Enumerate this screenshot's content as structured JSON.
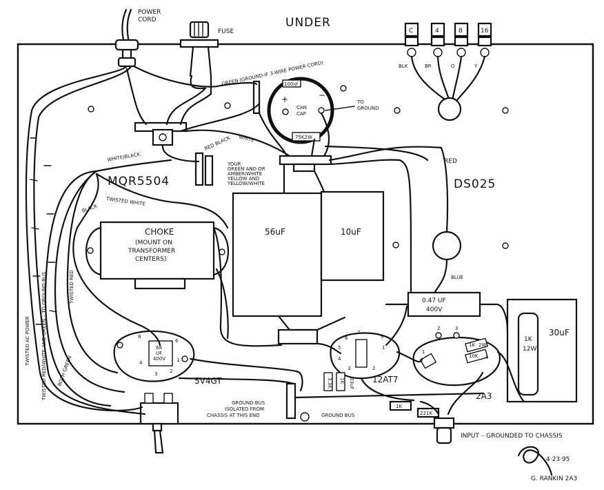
{
  "labels": {
    "view": "UNDER",
    "power_cord": [
      "POWER",
      "CORD"
    ],
    "fuse": "FUSE",
    "green_ground": "GREEN (GROUND-IF 3-WIRE POWER CORD)",
    "can_cap": [
      "CAN",
      "CAP"
    ],
    "cap_100uf": "100uf",
    "plus": "+",
    "minus": "−",
    "to_ground": [
      "TO",
      "GROUND"
    ],
    "resistor_75k": "75K2W",
    "white_black": "WHITE/BLACK",
    "red_black": "RED BLACK",
    "white": "WHITE",
    "yellow_notes": [
      "YOUR",
      "GREEN AND OR",
      "AMBER/WHITE",
      "YELLOW AND",
      "YELLOW/WHITE"
    ],
    "transformer": "MQR5504",
    "output_transformer": "DS025",
    "twisted_white": "TWISTED WHITE",
    "black": "BLACK",
    "choke": [
      "CHOKE",
      "(MOUNT ON",
      "TRANSFORMER",
      "CENTERS)"
    ],
    "cap_56uf": "56uF",
    "cap_10uf": "10uF",
    "red": "RED",
    "blue": "BLUE",
    "cap_047uf": [
      "0.47 UF",
      "400V"
    ],
    "resistor_1k_12w": [
      "1K",
      "12W"
    ],
    "cap_30uf": "30uF",
    "tube_5v4gt": "5V4GT",
    "tube_12at7": "12AT7",
    "tube_2a3": "2A3",
    "twisted_ac_power": "TWISTED AC POWER",
    "twisted_red_white": "TWISTED RED/WHITE AND GREEN – TO GROUND BUS",
    "twisted_red": "TWISTED RED",
    "both_ground": "BOTH GREEN",
    "ground_bus_note": [
      "GROUND BUS",
      "ISOLATED FROM",
      "CHASSIS AT THIS END"
    ],
    "ground_bus": "GROUND BUS",
    "resistor_1k": "1K",
    "resistor_221k": "221K",
    "input_note": "INPUT – GROUNDED TO CHASSIS",
    "speaker_taps": [
      "C",
      "4",
      "8",
      "16"
    ],
    "wire_colors": [
      "BLK",
      "BR",
      "O",
      "Y"
    ],
    "tube_pins_5v4": [
      "8",
      "6",
      "4",
      "3",
      "2",
      "1"
    ],
    "tube_pins_12at7": [
      "7",
      "6",
      "5",
      "4",
      "3",
      "2",
      "1",
      "9"
    ],
    "tube_pins_2a3": [
      "1",
      "2",
      "3",
      "4"
    ],
    "small_caps_5v4": [
      "68",
      "UF",
      "400V"
    ],
    "small_parts_12at7": [
      "3.3K",
      "1K",
      "33uF"
    ],
    "small_parts_2a3": [
      "1K",
      "2W",
      "10K"
    ],
    "date": "4·23·95",
    "author": "G. RANKIN 2A3"
  },
  "colors": {
    "ink": "#111111",
    "paper": "#ffffff"
  }
}
